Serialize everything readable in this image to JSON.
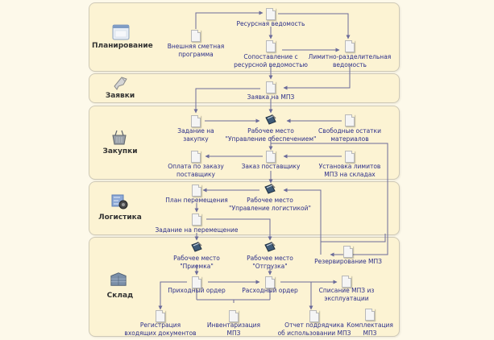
{
  "lanes": [
    {
      "id": "planning",
      "title": "Планирование",
      "icon": "calendar-window-icon"
    },
    {
      "id": "requests",
      "title": "Заявки",
      "icon": "paper-scroll-icon"
    },
    {
      "id": "purchases",
      "title": "Закупки",
      "icon": "basket-icon"
    },
    {
      "id": "logistics",
      "title": "Логистика",
      "icon": "logistics-map-icon"
    },
    {
      "id": "warehouse",
      "title": "Склад",
      "icon": "warehouse-shelf-icon"
    }
  ],
  "nodes": {
    "external_estimate": {
      "line1": "Внешняя сметная",
      "line2": "программа",
      "icon": "document-icon"
    },
    "resource_sheet": {
      "line1": "Ресурсная ведомость",
      "line2": "",
      "icon": "document-icon"
    },
    "comparison": {
      "line1": "Сопоставление с",
      "line2": "ресурсной ведомостью",
      "icon": "document-icon"
    },
    "limit_sheet": {
      "line1": "Лимитно-разделительная",
      "line2": "ведомость",
      "icon": "document-icon"
    },
    "mpz_request": {
      "line1": "Заявка на МПЗ",
      "line2": "",
      "icon": "document-icon"
    },
    "purchase_task": {
      "line1": "Задание на",
      "line2": "закупку",
      "icon": "document-icon"
    },
    "ws_supply": {
      "line1": "Рабочее место",
      "line2": "\"Управление обеспечением\"",
      "icon": "workstation-icon"
    },
    "free_stock": {
      "line1": "Свободные остатки",
      "line2": "материалов",
      "icon": "report-chart-icon"
    },
    "payment": {
      "line1": "Оплата по заказу",
      "line2": "поставщику",
      "icon": "document-icon"
    },
    "supplier_order": {
      "line1": "Заказ поставщику",
      "line2": "",
      "icon": "document-icon"
    },
    "limits_setup": {
      "line1": "Установка лимитов",
      "line2": "МПЗ на складах",
      "icon": "document-icon"
    },
    "move_plan": {
      "line1": "План перемещения",
      "line2": "",
      "icon": "document-icon"
    },
    "ws_logistics": {
      "line1": "Рабочее место",
      "line2": "\"Управление логистикой\"",
      "icon": "workstation-icon"
    },
    "move_task": {
      "line1": "Задание на перемещение",
      "line2": "",
      "icon": "document-icon"
    },
    "ws_receiving": {
      "line1": "Рабочее место",
      "line2": "\"Приемка\"",
      "icon": "workstation-icon"
    },
    "ws_shipping": {
      "line1": "Рабочее место",
      "line2": "\"Отгрузка\"",
      "icon": "workstation-icon"
    },
    "reservation": {
      "line1": "Резервирование МПЗ",
      "line2": "",
      "icon": "document-icon"
    },
    "receipt_order": {
      "line1": "Приходный ордер",
      "line2": "",
      "icon": "document-icon"
    },
    "issue_order": {
      "line1": "Расходный ордер",
      "line2": "",
      "icon": "document-icon"
    },
    "writeoff": {
      "line1": "Списание МПЗ из",
      "line2": "эксплуатации",
      "icon": "document-icon"
    },
    "incoming_reg": {
      "line1": "Регистрация",
      "line2": "входящих документов",
      "icon": "document-icon"
    },
    "inventory": {
      "line1": "Инвентаризация",
      "line2": "МПЗ",
      "icon": "document-icon"
    },
    "contractor_report": {
      "line1": "Отчет подрядчика",
      "line2": "об использовании МПЗ",
      "icon": "document-icon"
    },
    "kitting": {
      "line1": "Комплектация",
      "line2": "МПЗ",
      "icon": "document-icon"
    }
  },
  "colors": {
    "lane_bg": "#fcf3d3",
    "page_bg": "#fdf9ea",
    "text_link": "#2c2f8a",
    "connector": "#6b6b9a"
  }
}
